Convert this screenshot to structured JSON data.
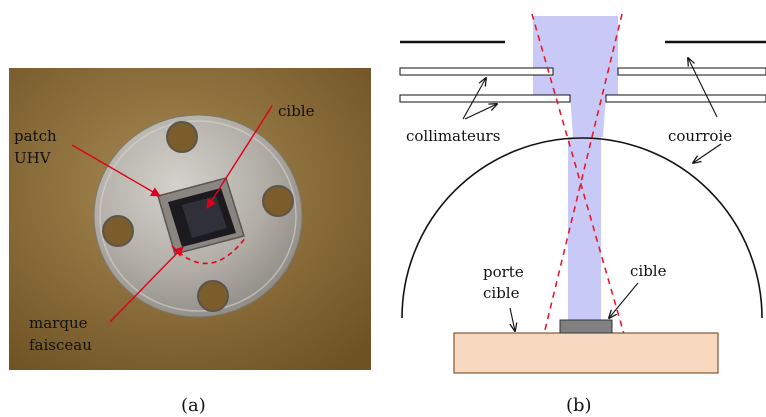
{
  "panel_a": {
    "caption": "(a)",
    "labels": {
      "cible": "cible",
      "patch_line1": "patch",
      "patch_line2": "UHV",
      "marque_line1": "marque",
      "marque_line2": "faisceau"
    },
    "colors": {
      "background": "#8a6a33",
      "disc": "#b4b0aa",
      "annotation": "#e0001b"
    }
  },
  "panel_b": {
    "caption": "(b)",
    "labels": {
      "collimateurs": "collimateurs",
      "courroie": "courroie",
      "porte_line1": "porte",
      "porte_line2": "cible",
      "cible": "cible"
    },
    "colors": {
      "beam": "#c9c9f7",
      "beam_edges": "#e8192c",
      "target_holder": "#f8d9c0",
      "target": "#808080"
    }
  }
}
